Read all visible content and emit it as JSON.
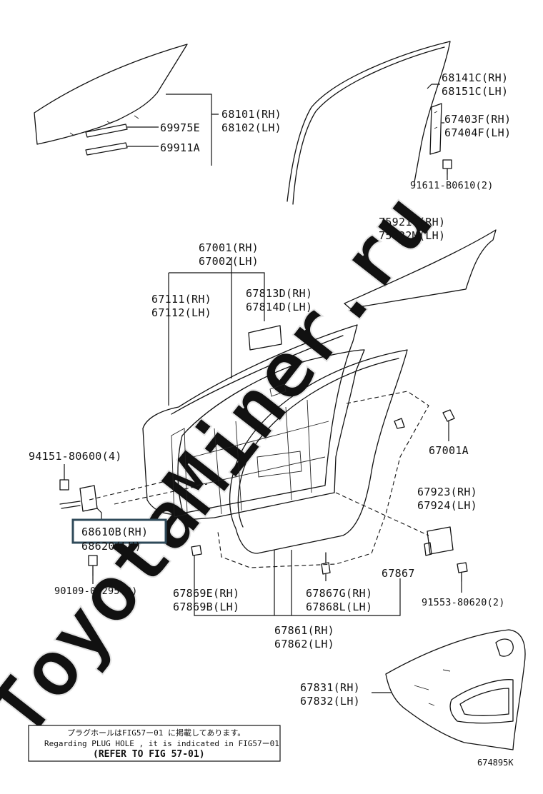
{
  "watermark": "ToyotaMiner.ru",
  "labels": {
    "p68101": "68101(RH)",
    "p68102": "68102(LH)",
    "p69975E": "69975E",
    "p69911A": "69911A",
    "p68141C": "68141C(RH)",
    "p68151C": "68151C(LH)",
    "p67403F": "67403F(RH)",
    "p67404F": "67404F(LH)",
    "p91611": "91611-B0610(2)",
    "p75921C": "75921C(RH)",
    "p75922M": "75922M(LH)",
    "p67001": "67001(RH)",
    "p67002": "67002(LH)",
    "p67111": "67111(RH)",
    "p67112": "67112(LH)",
    "p67813D": "67813D(RH)",
    "p67814D": "67814D(LH)",
    "p67001A": "67001A",
    "p94151": "94151-80600(4)",
    "p68610B": "68610B(RH)",
    "p68620": "68620(LH)",
    "p67923": "67923(RH)",
    "p67924": "67924(LH)",
    "p90109": "90109-08295(2)",
    "p67869E": "67869E(RH)",
    "p67869B": "67869B(LH)",
    "p67867G": "67867G(RH)",
    "p67868L": "67868L(LH)",
    "p67867": "67867",
    "p91553": "91553-80620(2)",
    "p67861": "67861(RH)",
    "p67862": "67862(LH)",
    "p67831": "67831(RH)",
    "p67832": "67832(LH)"
  },
  "note": {
    "jp": "プラグホールはFIG57ー01 に掲載してあります。",
    "en": "Regarding PLUG HOLE , it is indicated in FIG57ー01",
    "ref": "(REFER TO FIG 57-01)"
  },
  "figure_id": "674895K",
  "colors": {
    "highlight_box": "#2f4a5a",
    "line": "#111111",
    "watermark": "#e4e4e4"
  }
}
